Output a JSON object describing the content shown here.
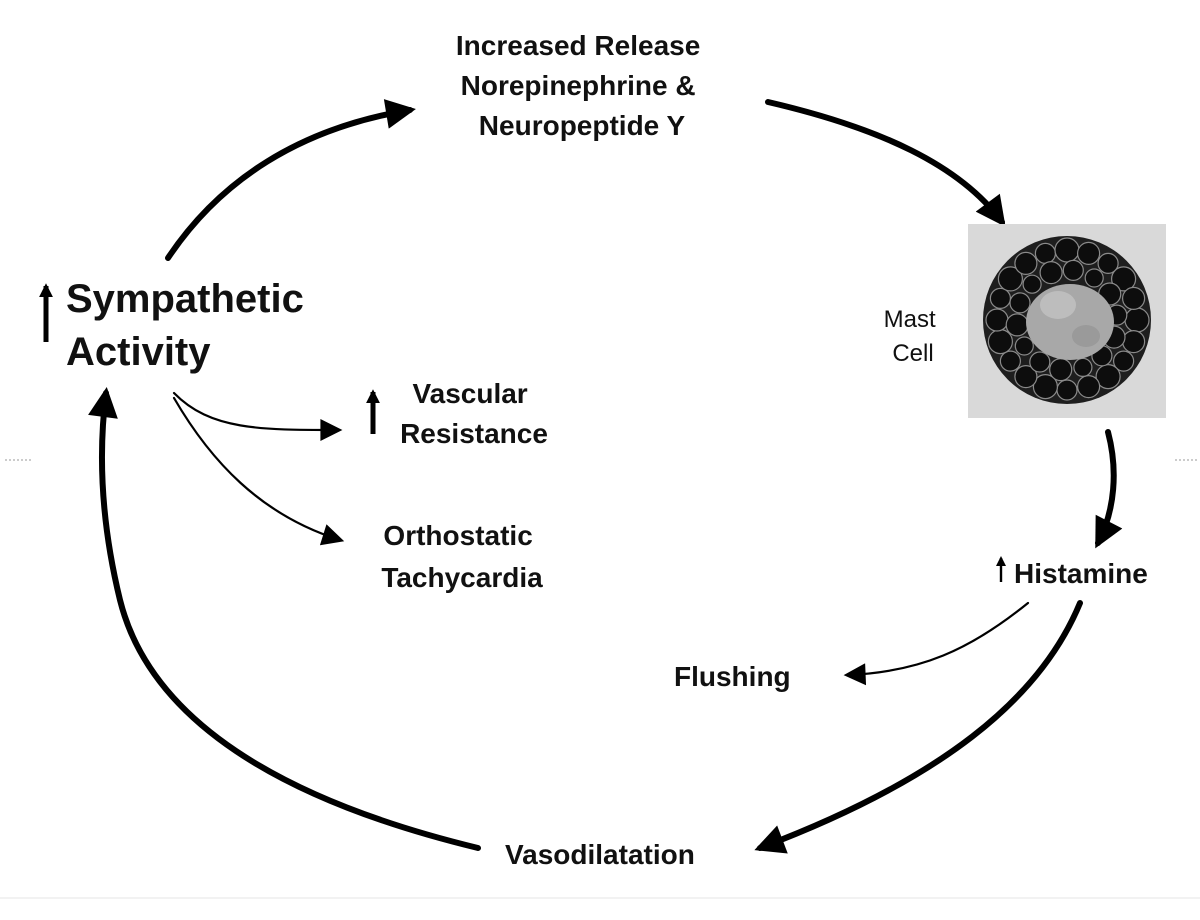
{
  "nodes": {
    "release": {
      "lines": [
        "Increased Release",
        "Norepinephrine &",
        "Neuropeptide Y"
      ]
    },
    "sympathetic": {
      "lines": [
        "Sympathetic",
        "Activity"
      ]
    },
    "vascular": {
      "lines": [
        "Vascular",
        "Resistance"
      ]
    },
    "orthostatic": {
      "lines": [
        "Orthostatic",
        "Tachycardia"
      ]
    },
    "mast_cell": {
      "lines": [
        "Mast",
        "Cell"
      ]
    },
    "histamine": {
      "label": "Histamine"
    },
    "flushing": {
      "label": "Flushing"
    },
    "vasodilatation": {
      "label": "Vasodilatation"
    }
  },
  "colors": {
    "ink": "#111111",
    "cell_background": "#d9d9d9",
    "granule": "#1e1e1e",
    "nucleus": "#a8a8a8"
  },
  "icons": {
    "increase": "up-arrow-icon",
    "mast_cell_image": "mast-cell-micrograph"
  }
}
